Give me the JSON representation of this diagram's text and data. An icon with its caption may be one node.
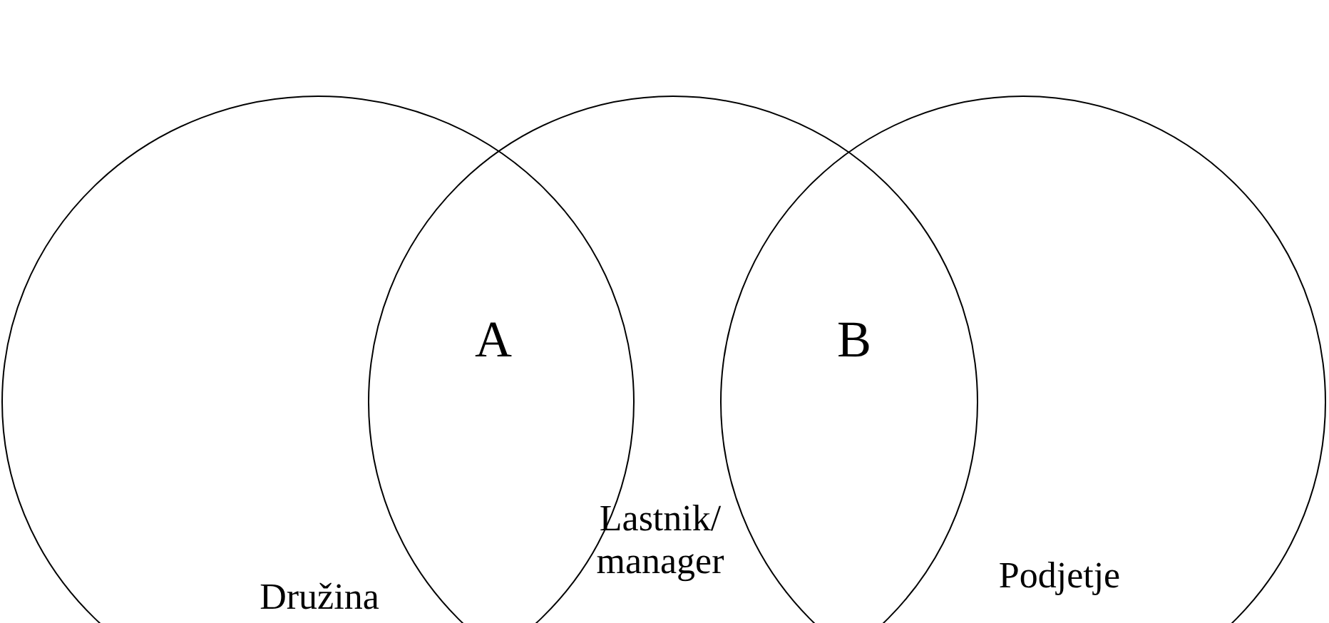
{
  "diagram": {
    "nodes": [
      {
        "text": [
          "Družina"
        ]
      },
      {
        "text": [
          "Lastnik/ manager"
        ]
      },
      {
        "text": [
          "Podjetje"
        ]
      }
    ],
    "labels": [
      "A",
      "B"
    ]
  }
}
